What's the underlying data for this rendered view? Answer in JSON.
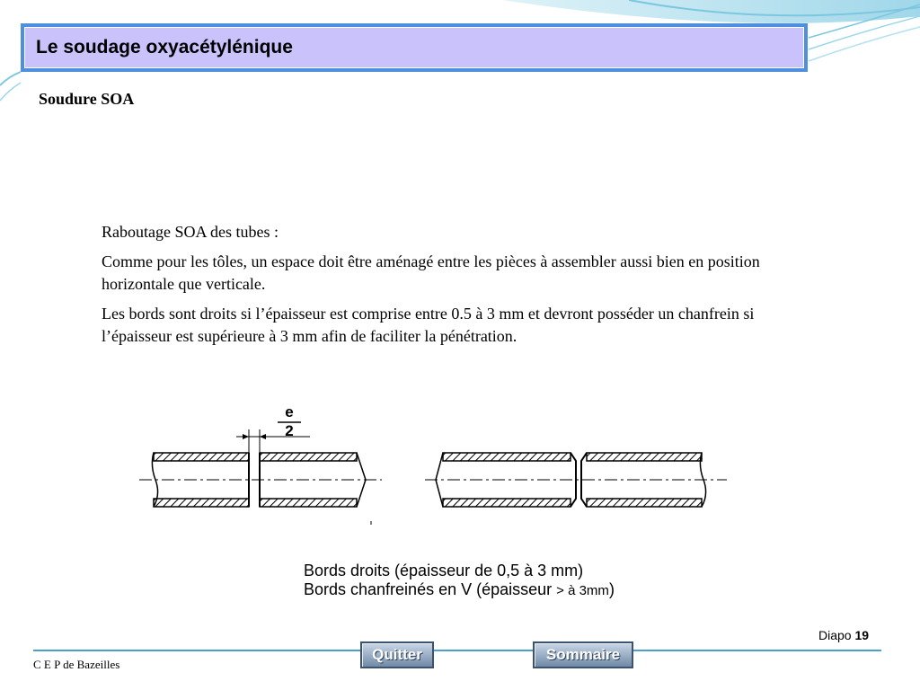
{
  "slide": {
    "title": "Le soudage oxyacétylénique",
    "subtitle": "Soudure SOA",
    "paragraphs": [
      "Raboutage SOA des tubes :",
      "Comme pour les tôles, un espace doit être aménagé entre les pièces à assembler aussi bien en position horizontale que verticale.",
      "Les bords sont droits si l’épaisseur est comprise entre 0.5 à 3 mm et devront posséder un chanfrein si l’épaisseur est supérieure à 3 mm afin de faciliter la pénétration."
    ],
    "figure": {
      "dimension_top": "e",
      "dimension_bottom": "2",
      "caption_line1": "Bords droits (épaisseur de 0,5 à 3 mm)",
      "caption_line2_start": "Bords chanfreinés en V (épaisseur ",
      "caption_line2_small": "> à 3mm",
      "caption_line2_end": ")"
    }
  },
  "footer": {
    "slide_label": "Diapo",
    "slide_number": "19",
    "organization": "C E P de Bazeilles",
    "quit_label": "Quitter",
    "menu_label": "Sommaire"
  },
  "colors": {
    "title_border": "#4f8fe0",
    "title_fill": "#c9c2fb",
    "footer_line": "#4aa0c8"
  }
}
